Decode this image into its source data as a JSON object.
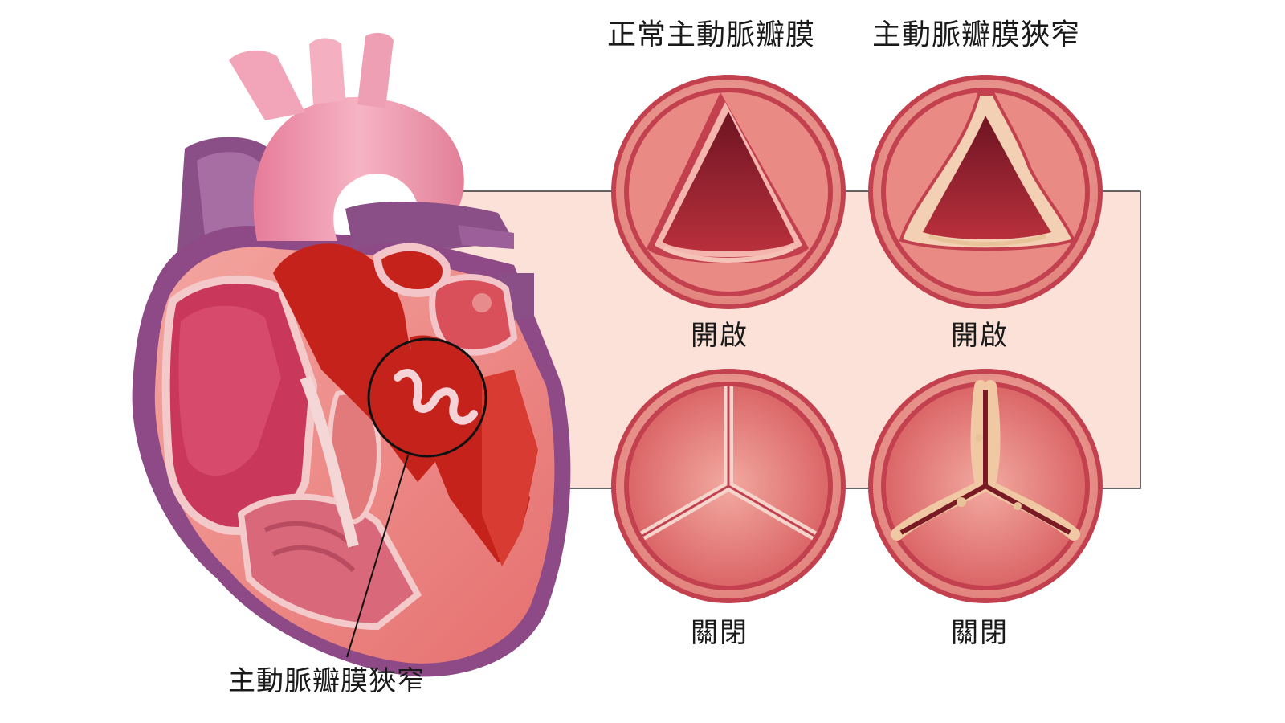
{
  "headers": {
    "normal": "正常主動脈瓣膜",
    "stenosis": "主動脈瓣膜狹窄"
  },
  "states": {
    "normal_open": "開啟",
    "stenosis_open": "開啟",
    "normal_closed": "關閉",
    "stenosis_closed": "關閉"
  },
  "callout": "主動脈瓣膜狹窄",
  "colors": {
    "aorta_pink": "#e98fa6",
    "vein_purple": "#8a4f87",
    "blood_red": "#c4221a",
    "myocardium": "#d9586e",
    "panel_fill": "#fbe1d8",
    "valve_rim": "#c3414f",
    "calcification": "#e8c39a"
  }
}
